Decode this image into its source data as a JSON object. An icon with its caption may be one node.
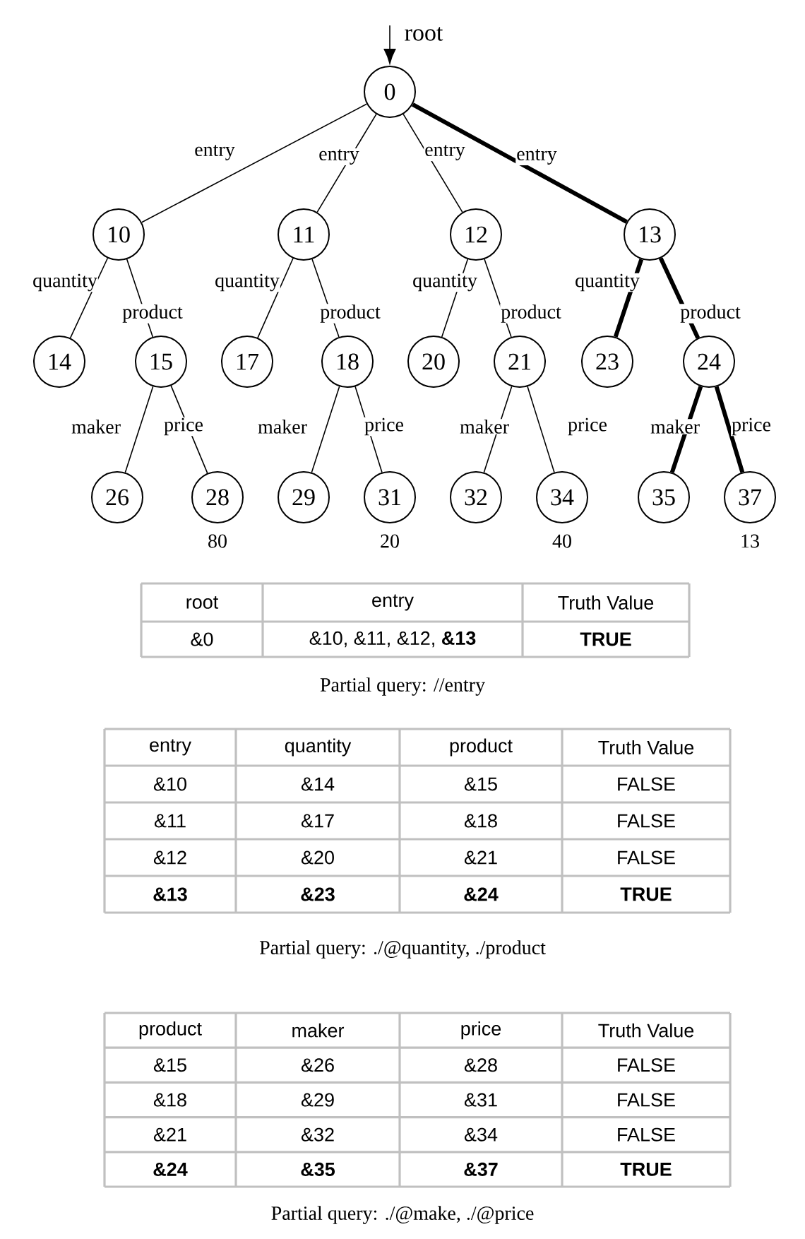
{
  "diagram": {
    "nodes": [
      {
        "text": [
          "0"
        ]
      },
      {
        "text": [
          "10"
        ]
      },
      {
        "text": [
          "11"
        ]
      },
      {
        "text": [
          "12"
        ]
      },
      {
        "text": [
          "13"
        ]
      },
      {
        "text": [
          "14"
        ]
      },
      {
        "text": [
          "15"
        ]
      },
      {
        "text": [
          "17"
        ]
      },
      {
        "text": [
          "18"
        ]
      },
      {
        "text": [
          "20"
        ]
      },
      {
        "text": [
          "21"
        ]
      },
      {
        "text": [
          "23"
        ]
      },
      {
        "text": [
          "24"
        ]
      },
      {
        "text": [
          "26"
        ]
      },
      {
        "text": [
          "28"
        ],
        "beside": [
          "80"
        ]
      },
      {
        "text": [
          "29"
        ]
      },
      {
        "text": [
          "31"
        ],
        "beside": [
          "20"
        ]
      },
      {
        "text": [
          "32"
        ]
      },
      {
        "text": [
          "34"
        ],
        "beside": [
          "40"
        ]
      },
      {
        "text": [
          "35"
        ]
      },
      {
        "text": [
          "37"
        ],
        "beside": [
          "13"
        ]
      }
    ],
    "edges": [
      {
        "from": null,
        "to": 0,
        "arrow": "to",
        "label": "root"
      },
      {
        "from": 0,
        "to": 1,
        "arrow": "none",
        "label": "entry"
      },
      {
        "from": 0,
        "to": 2,
        "arrow": "none",
        "label": "entry"
      },
      {
        "from": 0,
        "to": 3,
        "arrow": "none",
        "label": "entry"
      },
      {
        "from": 0,
        "to": 4,
        "arrow": "none",
        "label": "entry",
        "style": "thick"
      },
      {
        "from": 1,
        "to": 5,
        "arrow": "none",
        "label": "quantity"
      },
      {
        "from": 1,
        "to": 6,
        "arrow": "none",
        "label": "product"
      },
      {
        "from": 2,
        "to": 7,
        "arrow": "none",
        "label": "quantity"
      },
      {
        "from": 2,
        "to": 8,
        "arrow": "none",
        "label": "product"
      },
      {
        "from": 3,
        "to": 9,
        "arrow": "none",
        "label": "quantity"
      },
      {
        "from": 3,
        "to": 10,
        "arrow": "none",
        "label": "product"
      },
      {
        "from": 4,
        "to": 11,
        "arrow": "none",
        "label": "quantity",
        "style": "thick"
      },
      {
        "from": 4,
        "to": 12,
        "arrow": "none",
        "label": "product",
        "style": "thick"
      },
      {
        "from": 6,
        "to": 13,
        "arrow": "none",
        "label": "maker"
      },
      {
        "from": 6,
        "to": 14,
        "arrow": "none",
        "label": "price"
      },
      {
        "from": 8,
        "to": 15,
        "arrow": "none",
        "label": "maker"
      },
      {
        "from": 8,
        "to": 16,
        "arrow": "none",
        "label": "price"
      },
      {
        "from": 10,
        "to": 17,
        "arrow": "none",
        "label": "maker"
      },
      {
        "from": 10,
        "to": 18,
        "arrow": "none",
        "label": "price"
      },
      {
        "from": 12,
        "to": 19,
        "arrow": "none",
        "label": "maker",
        "style": "thick"
      },
      {
        "from": 12,
        "to": 20,
        "arrow": "none",
        "label": "price",
        "style": "thick"
      }
    ],
    "labels": [
      "root",
      "entry",
      "Truth Value",
      "&0",
      "&10, &11, &12, **&13**",
      "TRUE",
      "Partial query: //entry",
      "entry",
      "quantity",
      "product",
      "Truth Value",
      "&10",
      "&14",
      "&15",
      "FALSE",
      "&11",
      "&17",
      "&18",
      "FALSE",
      "&12",
      "&20",
      "&21",
      "FALSE",
      "&13",
      "&23",
      "&24",
      "TRUE",
      "Partial query: ./@quantity, ./product",
      "product",
      "maker",
      "price",
      "Truth Value",
      "&15",
      "&26",
      "&28",
      "FALSE",
      "&18",
      "&29",
      "&31",
      "FALSE",
      "&21",
      "&32",
      "&34",
      "FALSE",
      "&24",
      "&35",
      "&37",
      "TRUE",
      "Partial query: ./@make, ./@price"
    ]
  }
}
